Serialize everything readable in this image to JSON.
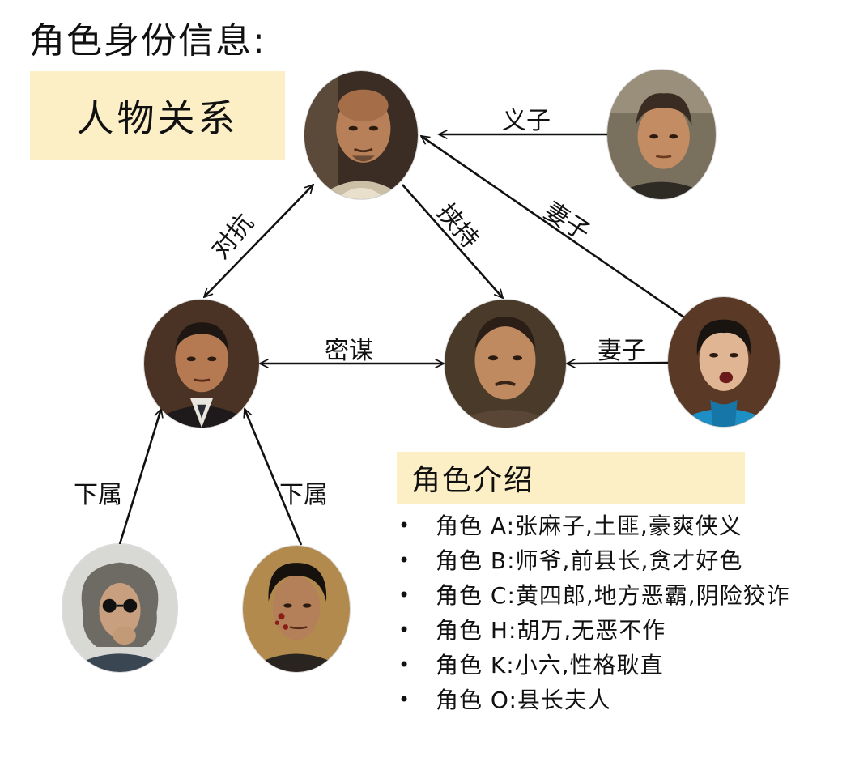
{
  "title": "角色身份信息:",
  "relations_box": "人物关系",
  "intro_box": "角色介绍",
  "palette": {
    "box_fill": "#fcefc6",
    "arrow": "#111111"
  },
  "nodes": [
    {
      "id": "top",
      "icon": "portrait-bald-man-icon"
    },
    {
      "id": "top-right",
      "icon": "portrait-young-man-icon"
    },
    {
      "id": "left",
      "icon": "portrait-man-in-suit-icon"
    },
    {
      "id": "center",
      "icon": "portrait-man-with-queue-icon"
    },
    {
      "id": "right",
      "icon": "portrait-woman-in-qipao-icon"
    },
    {
      "id": "bottom-left",
      "icon": "portrait-man-with-sunglasses-icon"
    },
    {
      "id": "bottom-mid",
      "icon": "portrait-bloodied-man-icon"
    }
  ],
  "edges": [
    {
      "label": "义子"
    },
    {
      "label": "对抗"
    },
    {
      "label": "挟持"
    },
    {
      "label": "妻子"
    },
    {
      "label": "密谋"
    },
    {
      "label": "妻子"
    },
    {
      "label": "下属"
    },
    {
      "label": "下属"
    }
  ],
  "roles": [
    "角色 A:张麻子,土匪,豪爽侠义",
    "角色 B:师爷,前县长,贪才好色",
    "角色 C:黄四郎,地方恶霸,阴险狡诈",
    "角色 H:胡万,无恶不作",
    "角色 K:小六,性格耿直",
    "角色 O:县长夫人"
  ]
}
